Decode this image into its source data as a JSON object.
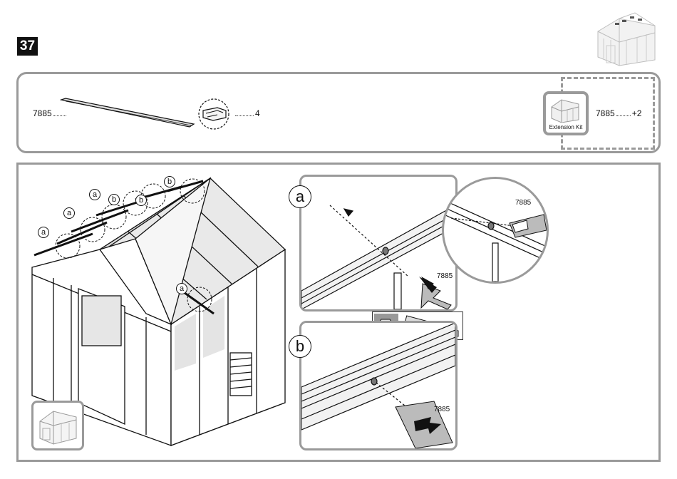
{
  "step": {
    "number": "37"
  },
  "parts": {
    "profile": {
      "code": "7885"
    },
    "connector": {
      "qty": "4"
    },
    "extension": {
      "label": "Extension Kit",
      "code": "7885",
      "extra": "+2"
    }
  },
  "details": {
    "a": {
      "letter": "a",
      "part_code": "7885",
      "zoom_part_code": "7885"
    },
    "b": {
      "letter": "b",
      "part_code": "7885"
    }
  },
  "callouts": {
    "a": "a",
    "b": "b"
  },
  "icons": [
    "greenhouse-thumbnail-icon",
    "profile-bar-icon",
    "connector-icon",
    "arrow-icon",
    "wrench-icon"
  ]
}
